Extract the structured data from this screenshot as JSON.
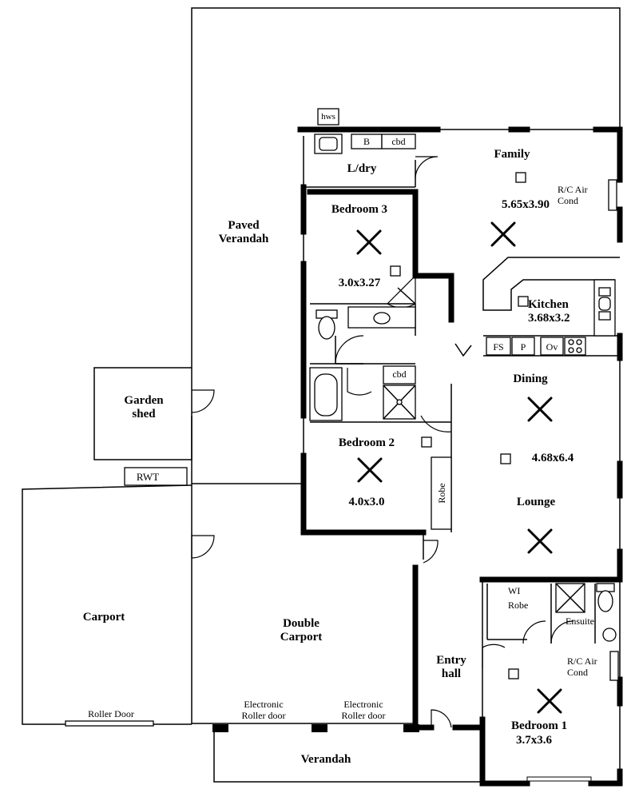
{
  "rooms": {
    "paved_verandah": "Paved\nVerandah",
    "garden_shed": "Garden\nshed",
    "rwt": "RWT",
    "carport": "Carport",
    "roller_door": "Roller Door",
    "double_carport": "Double\nCarport",
    "electronic_door_1": "Electronic\nRoller door",
    "electronic_door_2": "Electronic\nRoller door",
    "verandah": "Verandah",
    "entry_hall": "Entry\nhall",
    "hws": "hws",
    "laundry": "L/dry",
    "laundry_b": "B",
    "laundry_cbd": "cbd",
    "bedroom3": "Bedroom 3",
    "bedroom3_size": "3.0x3.27",
    "bath_cbd": "cbd",
    "bedroom2": "Bedroom 2",
    "bedroom2_size": "4.0x3.0",
    "robe": "Robe",
    "family": "Family",
    "family_size": "5.65x3.90",
    "ac1": "R/C Air\nCond",
    "kitchen": "Kitchen",
    "kitchen_size": "3.68x3.2",
    "fs": "FS",
    "p": "P",
    "ov": "Ov",
    "dining": "Dining",
    "dining_size": "4.68x6.4",
    "lounge": "Lounge",
    "wi": "WI",
    "wi_robe": "Robe",
    "ensuite": "Ensuite",
    "ac2": "R/C Air\nCond",
    "bedroom1": "Bedroom 1",
    "bedroom1_size": "3.7x3.6"
  },
  "icons": [
    "ceiling-fan-icon",
    "light-fixture-icon",
    "toilet-icon",
    "bath-icon",
    "shower-icon",
    "stove-icon",
    "door-swing-icon"
  ]
}
